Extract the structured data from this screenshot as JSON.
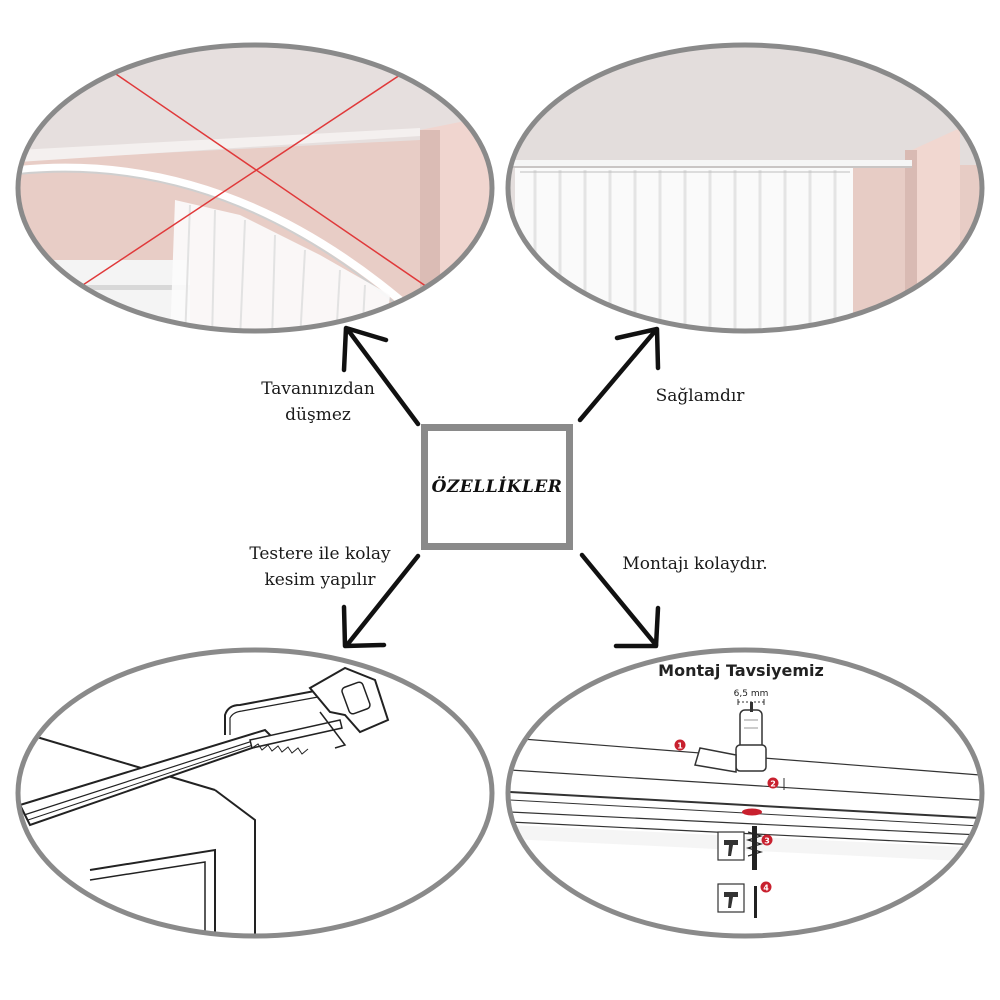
{
  "center": {
    "title": "ÖZELLİKLER"
  },
  "features": {
    "top_left": {
      "line1": "Tavanınızdan",
      "line2": "düşmez"
    },
    "top_right": {
      "text": "Sağlamdır"
    },
    "bottom_left": {
      "line1": "Testere ile kolay",
      "line2": "kesim yapılır"
    },
    "bottom_right": {
      "text": "Montajı kolaydır."
    }
  },
  "montage": {
    "title": "Montaj Tavsiyemiz",
    "drill_size": "6,5 mm",
    "steps": [
      "1",
      "2",
      "3",
      "4"
    ]
  },
  "colors": {
    "frame": "#8a8a8a",
    "wall_pink": "#e9cfca",
    "ceiling": "#e4dedd",
    "cross_red": "#e0393a",
    "step_red": "#c8202e"
  }
}
